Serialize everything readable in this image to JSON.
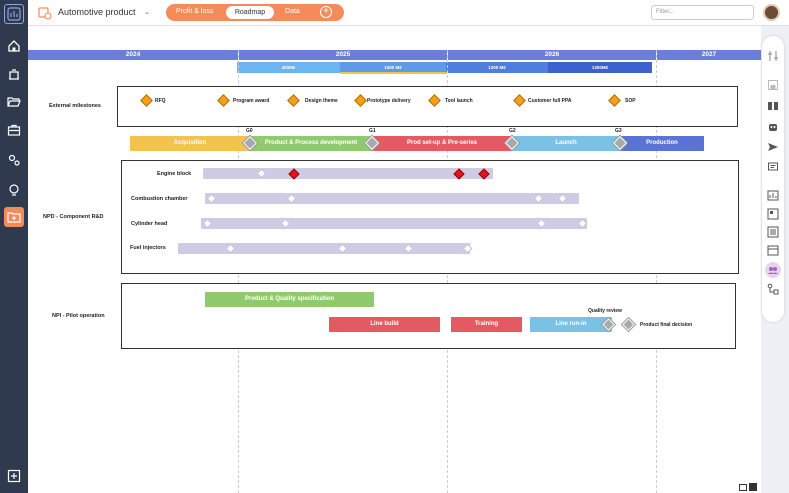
{
  "app": {
    "title": "Automotive product",
    "tabs": [
      {
        "label": "Profit & loss"
      },
      {
        "label": "Roadmap"
      },
      {
        "label": "Data"
      }
    ],
    "filter_placeholder": "Filter..."
  },
  "years": [
    "2024",
    "2025",
    "2026",
    "2027"
  ],
  "budgets": [
    "400M€",
    "1000 M€",
    "1200 M€",
    "1300M€"
  ],
  "rows": {
    "external": "External milestones",
    "npd": "NPD - Component R&D",
    "npi": "NPI - Pilot operation"
  },
  "milestones": [
    "RFQ",
    "Program award",
    "Design theme",
    "Prototype delivery",
    "Tool launch",
    "Customer full PPA",
    "SOP"
  ],
  "phases": [
    "Acquisition",
    "Product & Process development",
    "Prod set-up & Pre-series",
    "Launch",
    "Production"
  ],
  "gates": [
    "G0",
    "G1",
    "G2",
    "G3"
  ],
  "components": [
    "Engine block",
    "Combustion chamber",
    "Cylinder head",
    "Fuel injectors"
  ],
  "pilot": {
    "spec": "Product & Quality specification",
    "line_build": "Line build",
    "training": "Training",
    "run_in": "Line run-in",
    "quality_review": "Quality review",
    "final_decision": "Product final decision"
  },
  "colors": {
    "accent": "#f58a5b",
    "year_bar": "#6c7fd8",
    "acquisition": "#f4c24f",
    "development": "#8fcb6e",
    "prod_setup": "#e45a62",
    "launch": "#79c1e5",
    "production": "#5a73d6"
  }
}
